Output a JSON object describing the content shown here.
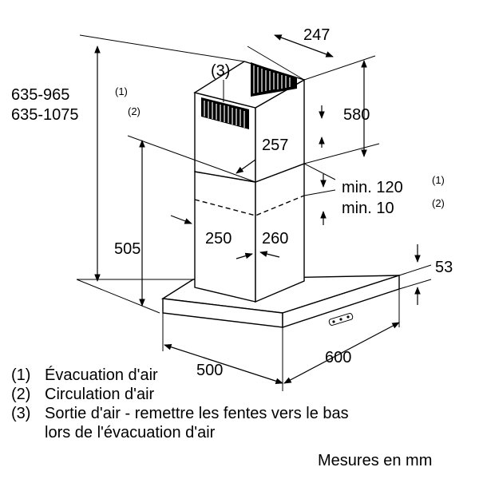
{
  "labels": {
    "vent_callout": "(3)",
    "width_top": "247",
    "height_chimney": "580",
    "total_height_1": "635-965",
    "total_height_1_ref": "(1)",
    "total_height_2": "635-1075",
    "total_height_2_ref": "(2)",
    "depth_chimney": "257",
    "min_1": "min. 120",
    "min_1_ref": "(1)",
    "min_2": "min. 10",
    "min_2_ref": "(2)",
    "width_chimney_left": "250",
    "width_chimney_right": "260",
    "height_lower": "505",
    "thickness_canopy": "53",
    "canopy_depth": "500",
    "canopy_width": "600"
  },
  "legend": [
    {
      "num": "(1)",
      "text": "Évacuation d'air"
    },
    {
      "num": "(2)",
      "text": "Circulation d'air"
    },
    {
      "num": "(3)",
      "text": "Sortie d'air - remettre les fentes vers le bas"
    },
    {
      "num": "",
      "text": "lors de l'évacuation d'air"
    }
  ],
  "units_note": "Mesures en mm"
}
